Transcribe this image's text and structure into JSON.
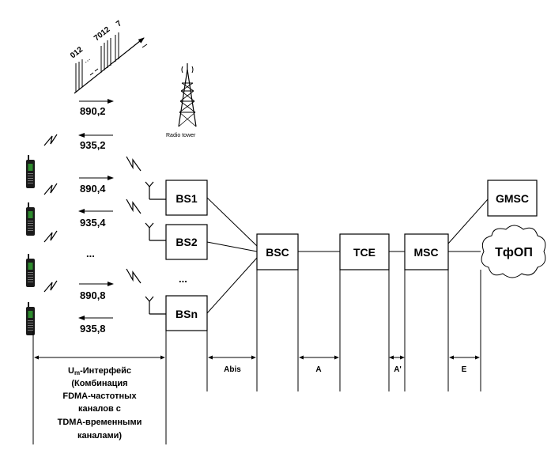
{
  "phone_digits": {
    "slot_seq_1": "012",
    "slot_seq_2": "7012",
    "slot_seq_3": "7"
  },
  "tower_label": "Radio tower",
  "frequencies": [
    {
      "value": "890,2",
      "direction": "right"
    },
    {
      "value": "935,2",
      "direction": "left"
    },
    {
      "value": "890,4",
      "direction": "right"
    },
    {
      "value": "935,4",
      "direction": "left"
    },
    {
      "value": "890,8",
      "direction": "right"
    },
    {
      "value": "935,8",
      "direction": "left"
    }
  ],
  "ellipsis": "...",
  "boxes": {
    "bs1": "BS1",
    "bs2": "BS2",
    "bsn": "BSn",
    "bsc": "BSC",
    "tce": "TCE",
    "msc": "MSC",
    "gmsc": "GMSC",
    "pstn": "ТфОП"
  },
  "interfaces": {
    "um_prefix": "U",
    "um_sub": "m",
    "um_rest": "-Интерфейс",
    "um_desc": [
      "(Комбинация",
      "FDMA-частотных",
      "каналов с",
      "TDMA-временными",
      "каналами)"
    ],
    "abis": "Abis",
    "a": "A",
    "a_prime": "A'",
    "e": "E"
  },
  "colors": {
    "line": "#000000",
    "phone_body": "#1a1a1a",
    "phone_screen": "#2e8b2e"
  }
}
